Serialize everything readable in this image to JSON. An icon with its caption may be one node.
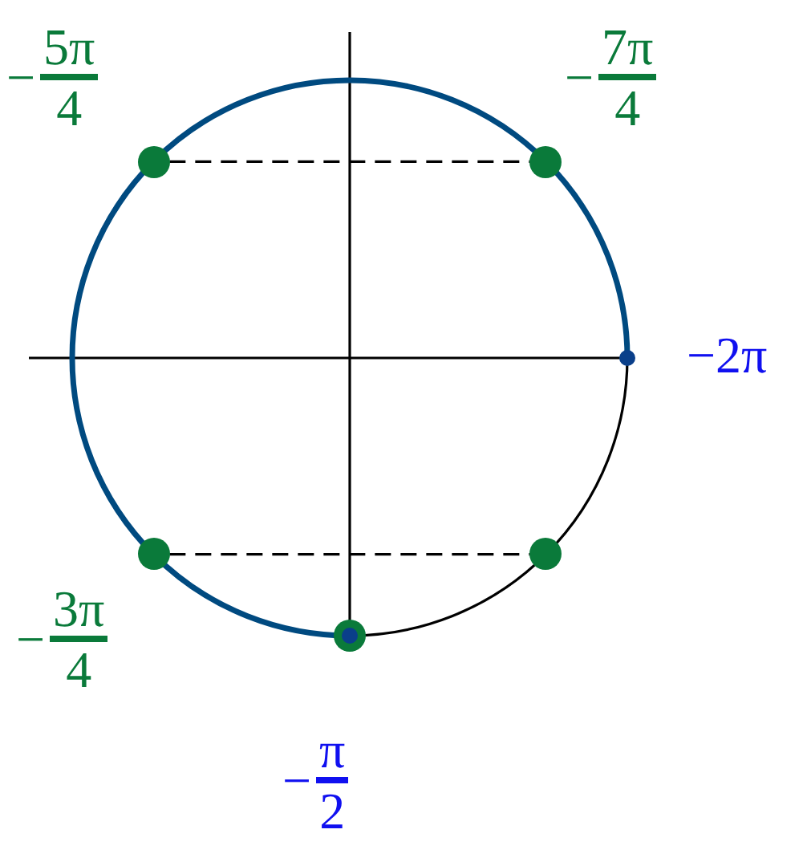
{
  "diagram": {
    "nodes": [
      {
        "text": [],
        "shape": "circle",
        "beside": [
          "−",
          "5π",
          "4"
        ]
      },
      {
        "text": [],
        "shape": "circle",
        "beside": [
          "−",
          "7π",
          "4"
        ]
      },
      {
        "text": [],
        "shape": "circle",
        "beside": [
          "−2π"
        ]
      },
      {
        "text": [],
        "shape": "circle",
        "beside": [
          "−",
          "3π",
          "4"
        ]
      },
      {
        "text": [],
        "shape": "circle"
      },
      {
        "text": [],
        "shape": "circle",
        "beside": [
          "−",
          "π",
          "2"
        ]
      }
    ],
    "edges": [
      {
        "from": 0,
        "to": 1,
        "arrow": "none",
        "style": "dashed"
      },
      {
        "from": 3,
        "to": 4,
        "arrow": "none",
        "style": "dashed"
      }
    ]
  }
}
